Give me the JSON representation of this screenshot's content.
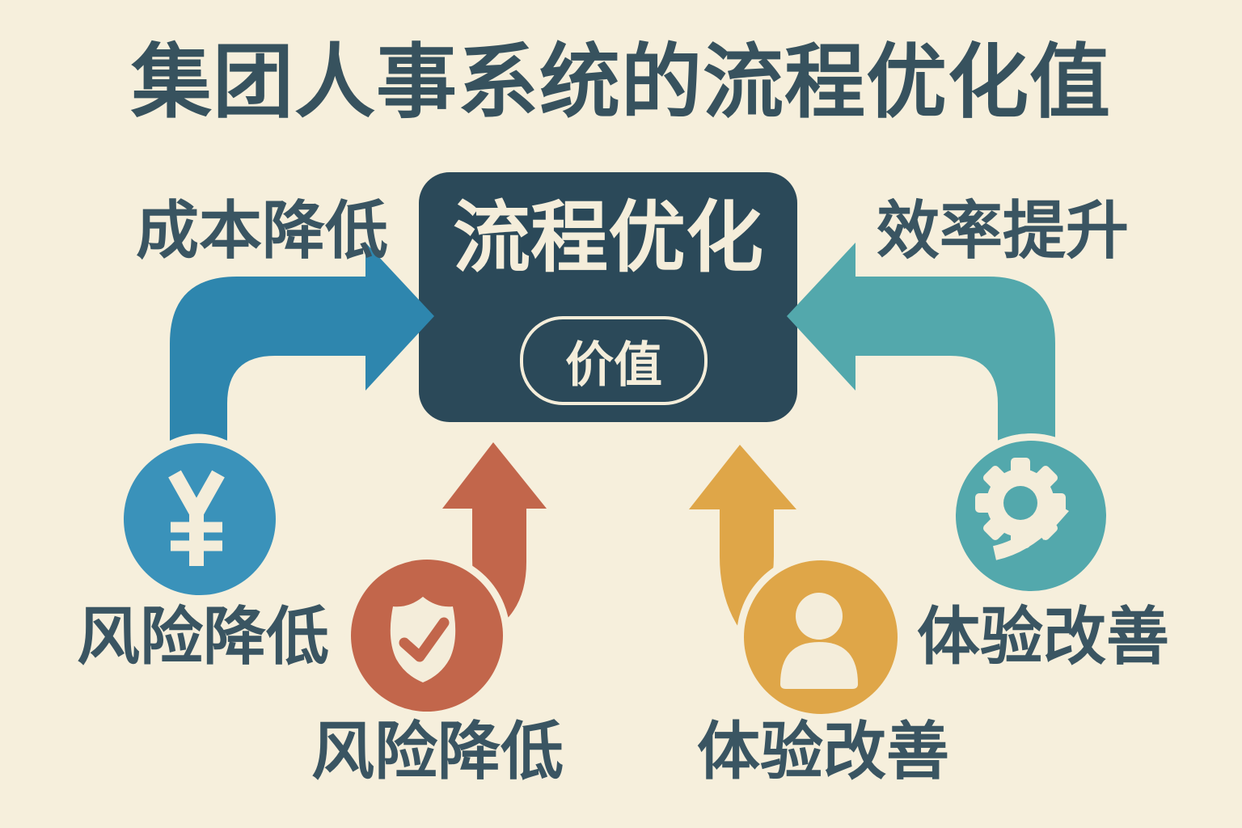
{
  "title": "集团人事系统的流程优化值",
  "center": {
    "label": "流程优化",
    "badge": "价值"
  },
  "labels": {
    "cost": "成本降低",
    "efficiency": "效率提升",
    "risk_left": "风险降低",
    "risk_bottom": "风险降低",
    "experience_bottom": "体验改善",
    "experience_right": "体验改善"
  },
  "icons": {
    "yen": "yen-icon",
    "shield": "shield-check-icon",
    "person": "person-icon",
    "gear": "gear-arrow-icon"
  },
  "colors": {
    "background": "#f6efdc",
    "text_dark": "#3a5562",
    "box_navy": "#2b4959",
    "cream": "#f4edda",
    "arrow_blue": "#2e86ae",
    "coin_blue": "#3a92ba",
    "red": "#c2664b",
    "yellow": "#dfa648",
    "teal": "#53a8ac"
  }
}
